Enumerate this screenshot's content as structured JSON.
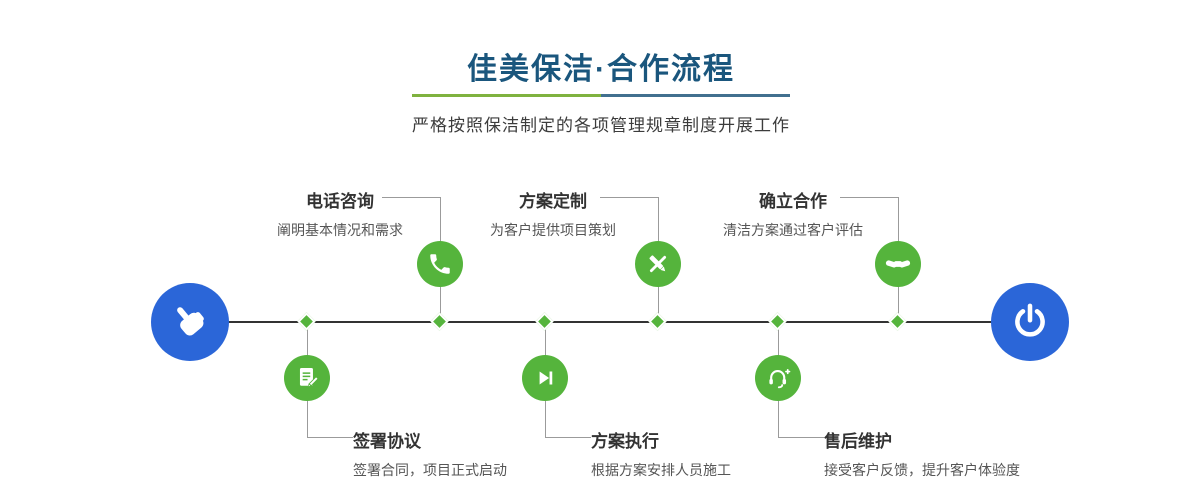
{
  "header": {
    "title": "佳美保洁·合作流程",
    "subtitle": "严格按照保洁制定的各项管理规章制度开展工作"
  },
  "timeline": {
    "start_icon": "pointer-hand-icon",
    "end_icon": "power-icon"
  },
  "steps": {
    "top": [
      {
        "title": "电话咨询",
        "desc": "阐明基本情况和需求",
        "icon": "phone-icon"
      },
      {
        "title": "方案定制",
        "desc": "为客户提供项目策划",
        "icon": "design-icon"
      },
      {
        "title": "确立合作",
        "desc": "清洁方案通过客户评估",
        "icon": "handshake-icon"
      }
    ],
    "bottom": [
      {
        "title": "签署协议",
        "desc": "签署合同，项目正式启动",
        "icon": "contract-icon"
      },
      {
        "title": "方案执行",
        "desc": "根据方案安排人员施工",
        "icon": "play-icon"
      },
      {
        "title": "售后维护",
        "desc": "接受客户反馈，提升客户体验度",
        "icon": "headset-icon"
      }
    ]
  },
  "colors": {
    "accent_green": "#55b43c",
    "accent_blue": "#2b66d8",
    "title_navy": "#1a567d",
    "divider_green": "#7fb23f",
    "divider_blue": "#41708f"
  }
}
